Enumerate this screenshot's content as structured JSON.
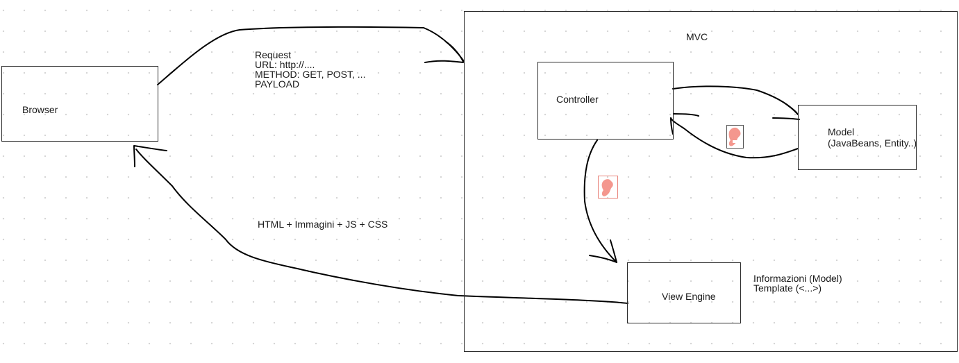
{
  "nodes": {
    "browser": {
      "label": "Browser"
    },
    "mvc": {
      "label": "MVC"
    },
    "controller": {
      "label": "Controller"
    },
    "model": {
      "line1": "Model",
      "line2": "(JavaBeans, Entity..)"
    },
    "view_engine": {
      "label": "View Engine"
    }
  },
  "annotations": {
    "request": [
      "Request",
      "URL: http://....",
      "METHOD: GET, POST, ...",
      "PAYLOAD"
    ],
    "response": "HTML + Immagini + JS + CSS",
    "view_info": [
      "Informazioni (Model)",
      "Template (<...>)"
    ]
  },
  "colors": {
    "ink": "#000000",
    "border": "#2b2b2b",
    "marker": "#f4978e",
    "marker_border": "#e8837a"
  },
  "markers": [
    {
      "name": "salmon-marker-icon",
      "icon": "pen-blob"
    },
    {
      "name": "salmon-marker-icon",
      "icon": "pen-blob"
    }
  ]
}
